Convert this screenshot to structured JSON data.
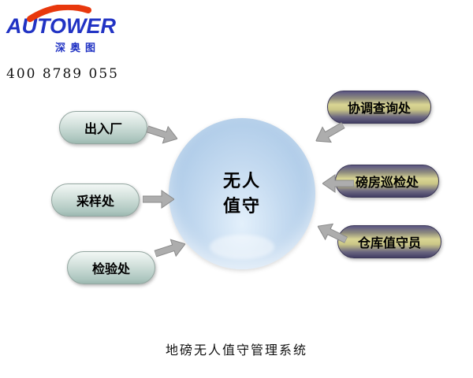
{
  "header": {
    "logo_text": "AUTOWER",
    "logo_subtitle": "深奥图",
    "phone": "400 8789 055"
  },
  "center_node": {
    "line1": "无人",
    "line2": "值守"
  },
  "left_nodes": [
    {
      "label": "出入厂"
    },
    {
      "label": "采样处"
    },
    {
      "label": "检验处"
    }
  ],
  "right_nodes": [
    {
      "label": "协调查询处"
    },
    {
      "label": "磅房巡检处"
    },
    {
      "label": "仓库值守员"
    }
  ],
  "caption": "地磅无人值守管理系统",
  "colors": {
    "brand_blue": "#2133c4",
    "brand_red": "#e8380d",
    "circle_fill": "#b9d3ec",
    "left_pill": "#b7cec8",
    "right_pill_dark": "#4a4670",
    "right_pill_light": "#d9d593",
    "arrow_gray": "#adadad"
  }
}
